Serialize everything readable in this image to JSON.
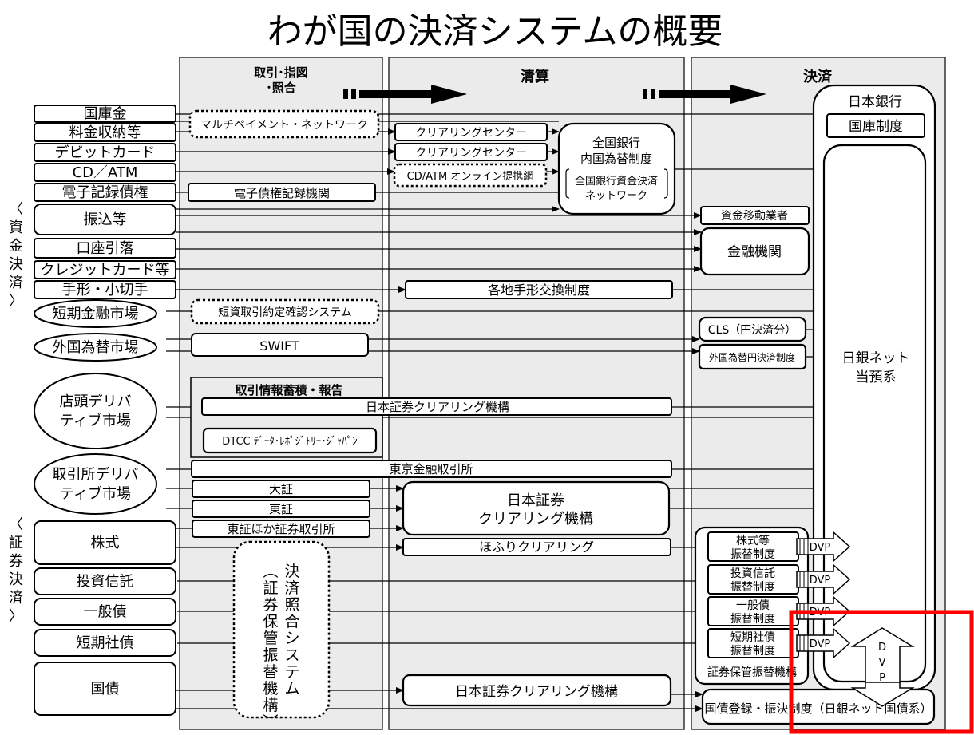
{
  "title": "わが国の決済システムの概要",
  "columns": {
    "trade": "取引･指図\n･照合",
    "clearing": "清算",
    "settlement": "決済"
  },
  "side_labels": {
    "funds": "〈資金決済〉",
    "securities": "〈証券決済〉"
  },
  "left_items": [
    "国庫金",
    "料金収納等",
    "デビットカード",
    "CD／ATM",
    "電子記録債権",
    "振込等",
    "口座引落",
    "クレジットカード等",
    "手形・小切手",
    "短期金融市場",
    "外国為替市場",
    "店頭デリバ\nティブ市場",
    "取引所デリバ\nティブ市場",
    "株式",
    "投資信託",
    "一般債",
    "短期社債",
    "国債"
  ],
  "trade_items": {
    "multipayment": "マルチペイメント・ネットワーク",
    "densai": "電子債権記録機関",
    "tanshi": "短資取引約定確認システム",
    "swift": "SWIFT",
    "trade_repo_header": "取引情報蓄積・報告",
    "dtcc": "DTCC ﾃﾞｰﾀ･ﾚﾎﾟｼﾞﾄﾘｰ･ｼﾞｬﾊﾟﾝ",
    "daisho": "大証",
    "tosho": "東証",
    "tosho_etc": "東証ほか証券取引所",
    "jasdec_v": "決済照合システム\n（証券保管振替機構）"
  },
  "clearing_items": {
    "cc1": "クリアリングセンター",
    "cc2": "クリアリングセンター",
    "cdatm": "CD/ATM オンライン提携網",
    "zengin": "全国銀行\n内国為替制度",
    "zengin_net": "全国銀行資金決済\nネットワーク",
    "tegata": "各地手形交換制度",
    "jscc_otc": "日本証券クリアリング機構",
    "tfx": "東京金融取引所",
    "jscc_big": "日本証券\nクリアリング機構",
    "hofuri": "ほふりクリアリング",
    "jscc_jgb": "日本証券クリアリング機構"
  },
  "settlement_items": {
    "boj": "日本銀行",
    "kokko": "国庫制度",
    "boj_net": "日銀ネット\n当預系",
    "shikin_ido": "資金移動業者",
    "kinyu": "金融機関",
    "cls": "CLS（円決済分）",
    "gaitame": "外国為替円決済制度",
    "kabushiki": "株式等\n振替制度",
    "toshin": "投資信託\n振替制度",
    "ippan": "一般債\n振替制度",
    "tanki": "短期社債\n振替制度",
    "jasdec": "証券保管振替機構",
    "dvp": "DVP",
    "dvp_v": "D\nV\nP",
    "jgb": "国債登録・振決制度（日銀ネット国債系）"
  },
  "colors": {
    "highlight": "#ff0000",
    "column_bg": "#ebebeb"
  }
}
